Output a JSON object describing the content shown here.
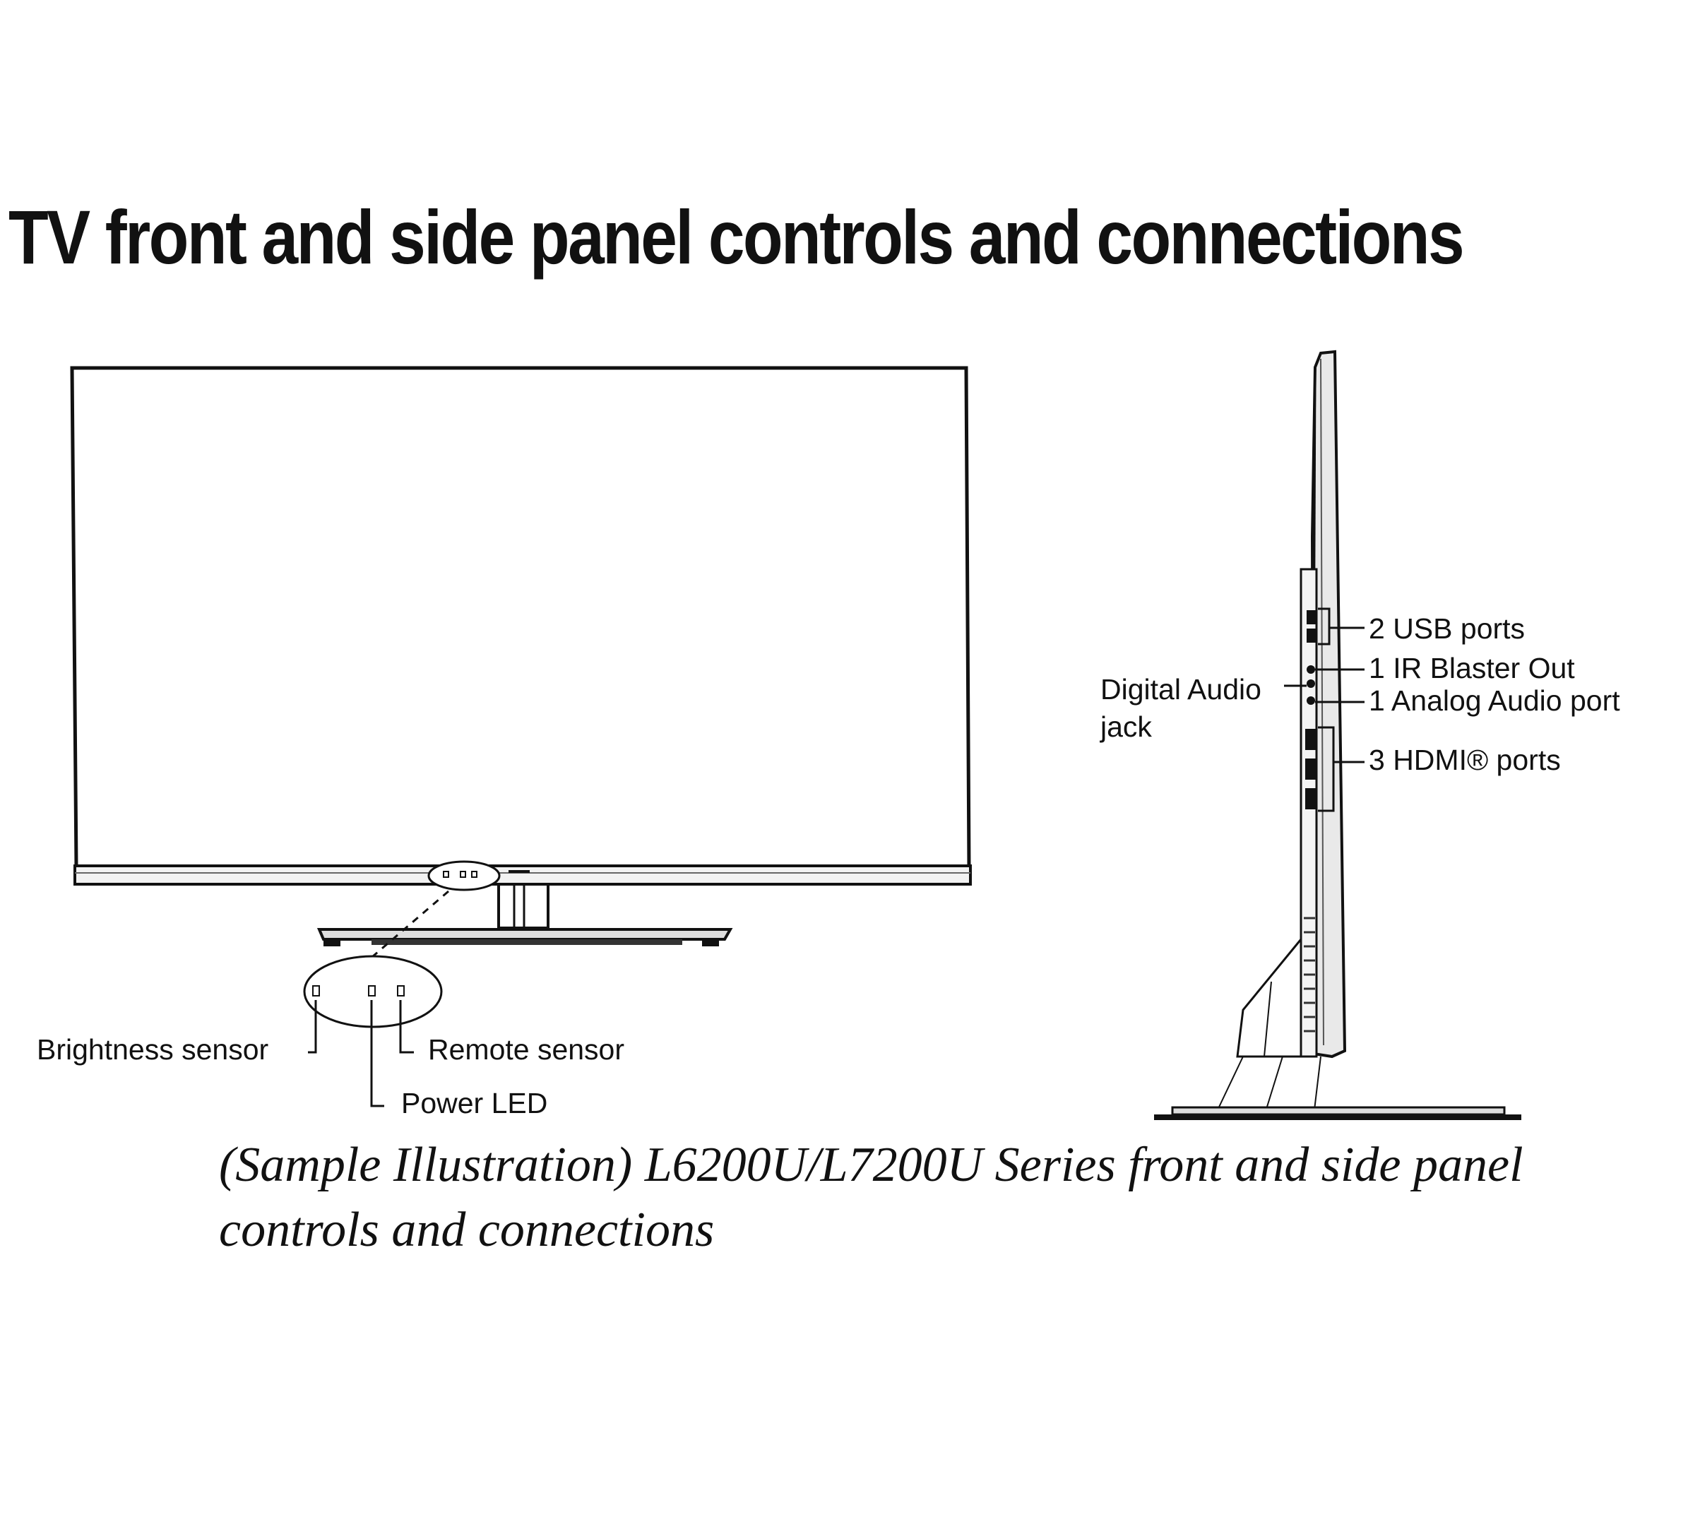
{
  "page": {
    "title": "TV front and side panel controls and connections",
    "caption": "(Sample Illustration) L6200U/L7200U Series front and side panel controls and connections"
  },
  "front_view": {
    "labels": {
      "brightness_sensor": "Brightness sensor",
      "remote_sensor": "Remote sensor",
      "power_led": "Power LED"
    }
  },
  "side_view": {
    "labels": {
      "usb_ports": "2 USB ports",
      "ir_blaster_out": "1 IR Blaster Out",
      "analog_audio_port": "1 Analog Audio port",
      "hdmi_ports": "3 HDMI® ports",
      "digital_audio_line1": "Digital Audio",
      "digital_audio_line2": "jack"
    }
  }
}
